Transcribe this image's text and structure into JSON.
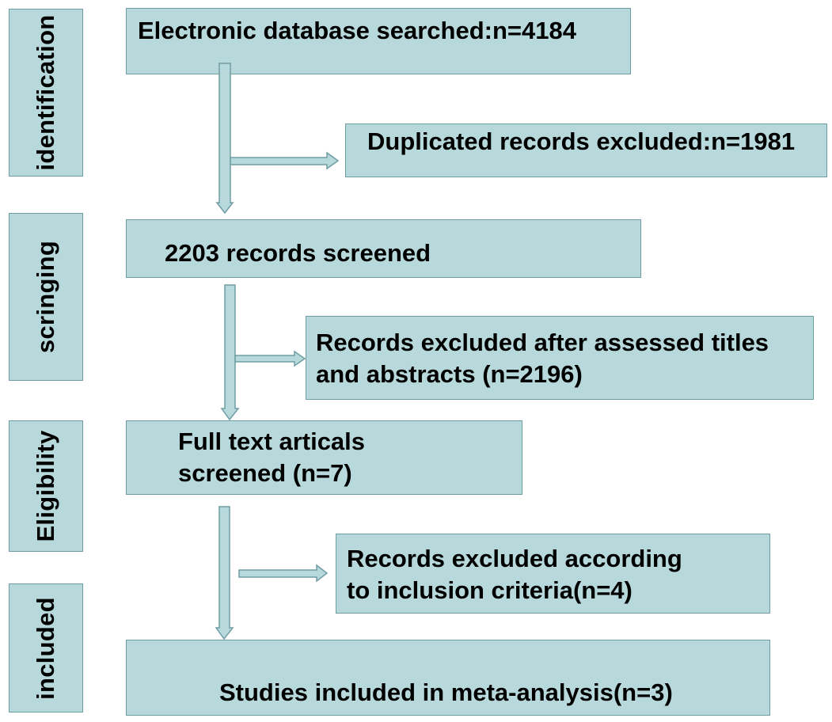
{
  "stages": {
    "identification": "identification",
    "scringing": "scringing",
    "eligibility": "Eligibility",
    "included": "included"
  },
  "boxes": {
    "database_searched": "Electronic database searched:n=4184",
    "duplicates_excluded": "Duplicated records excluded:n=1981",
    "records_screened": "2203 records screened",
    "excluded_titles_line1": "Records excluded after assessed titles",
    "excluded_titles_line2": "and abstracts (n=2196)",
    "full_text_line1": "Full text articals",
    "full_text_line2": "screened (n=7)",
    "excluded_criteria_line1": "Records excluded according",
    "excluded_criteria_line2": "to inclusion criteria(n=4)",
    "studies_included": "Studies included in meta-analysis(n=3)"
  },
  "colors": {
    "box_fill": "#b8d9dc",
    "box_border": "#6e9ea3"
  }
}
